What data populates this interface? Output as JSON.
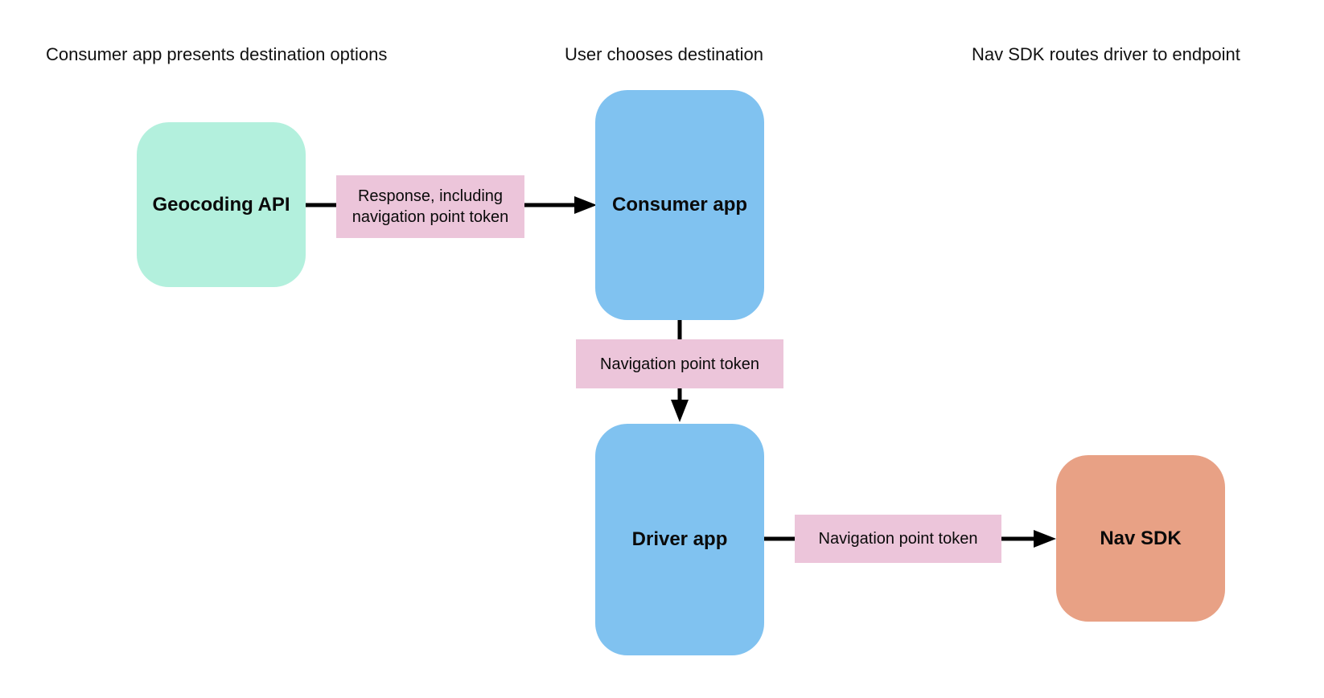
{
  "diagram": {
    "column_headers": [
      "Consumer app presents destination options",
      "User chooses destination",
      "Nav SDK routes driver to endpoint"
    ],
    "nodes": [
      {
        "id": "geocoding-api",
        "label": "Geocoding API",
        "color": "#b3f0dd"
      },
      {
        "id": "consumer-app",
        "label": "Consumer app",
        "color": "#80c2f0"
      },
      {
        "id": "driver-app",
        "label": "Driver app",
        "color": "#80c2f0"
      },
      {
        "id": "nav-sdk",
        "label": "Nav SDK",
        "color": "#e8a185"
      }
    ],
    "edges": [
      {
        "from": "geocoding-api",
        "to": "consumer-app",
        "label": "Response, including navigation point token"
      },
      {
        "from": "consumer-app",
        "to": "driver-app",
        "label": "Navigation point token"
      },
      {
        "from": "driver-app",
        "to": "nav-sdk",
        "label": "Navigation point token"
      }
    ],
    "colors": {
      "edge_label_background": "#ecc5da",
      "arrow": "#000000",
      "background": "#ffffff",
      "text": "#0a0a0a"
    }
  }
}
